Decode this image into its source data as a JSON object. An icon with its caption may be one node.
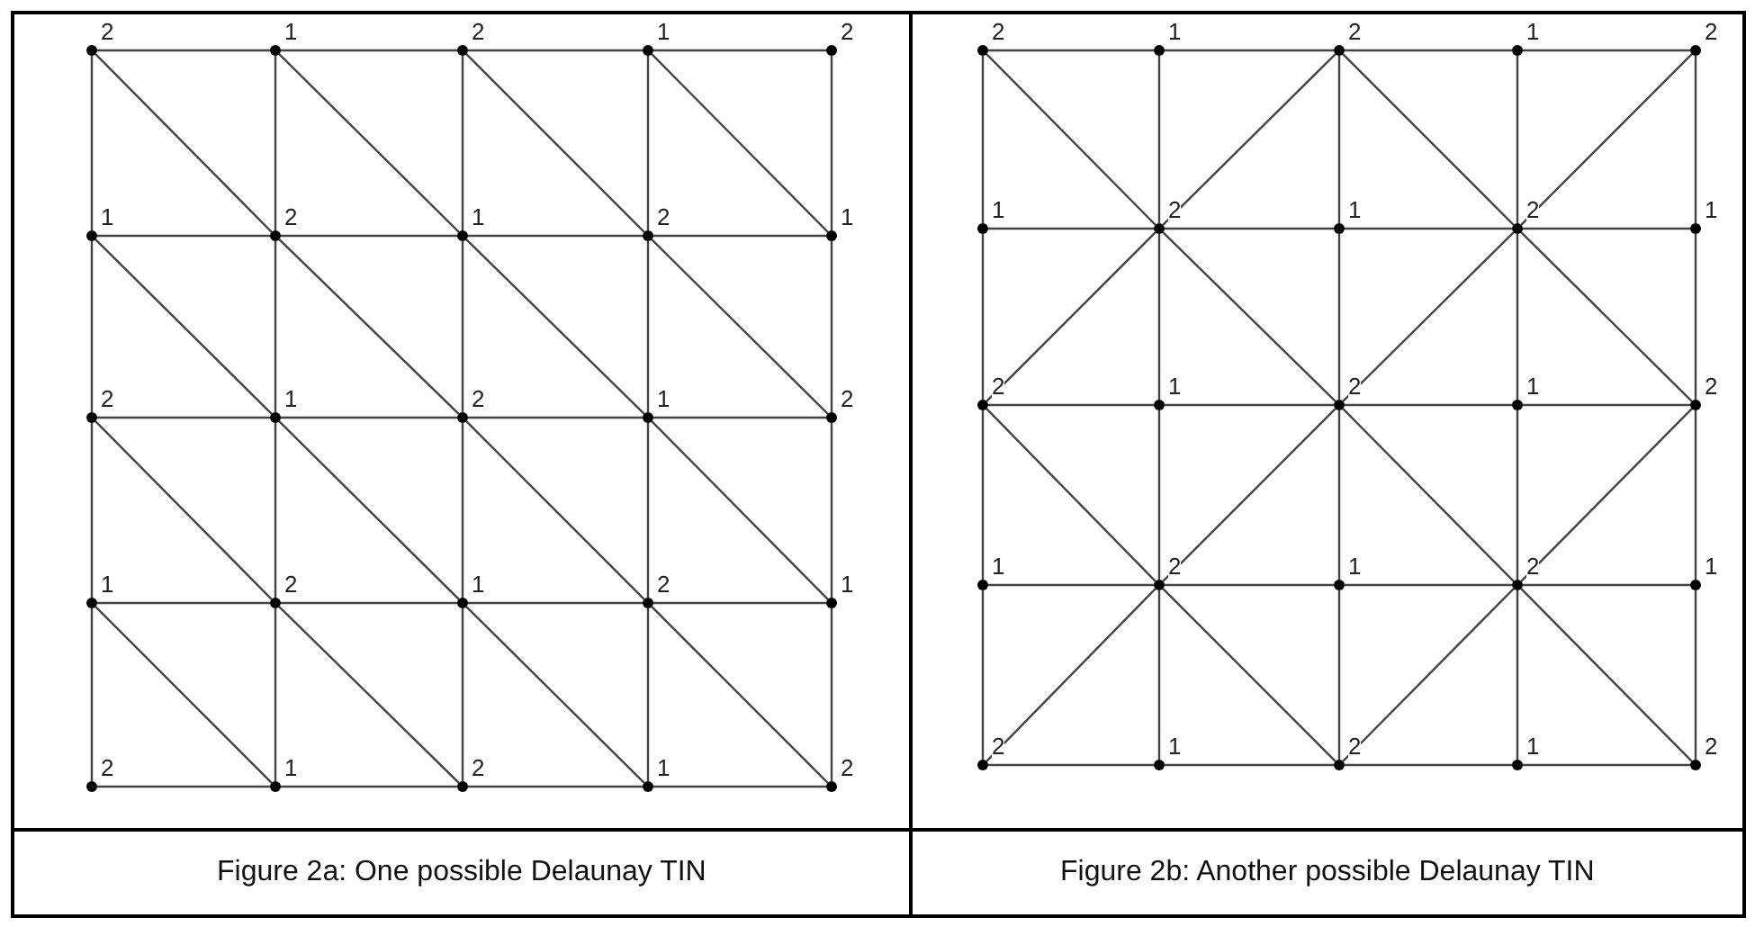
{
  "diagram": {
    "nodes": [
      {
        "text": [],
        "shape": "circle",
        "beside": [
          "2"
        ]
      },
      {
        "text": [],
        "shape": "circle",
        "beside": [
          "1"
        ]
      },
      {
        "text": [],
        "shape": "circle",
        "beside": [
          "2"
        ]
      },
      {
        "text": [],
        "shape": "circle",
        "beside": [
          "1"
        ]
      },
      {
        "text": [],
        "shape": "circle",
        "beside": [
          "2"
        ]
      },
      {
        "text": [],
        "shape": "circle",
        "beside": [
          "1"
        ]
      },
      {
        "text": [],
        "shape": "circle",
        "beside": [
          "2"
        ]
      },
      {
        "text": [],
        "shape": "circle",
        "beside": [
          "1"
        ]
      },
      {
        "text": [],
        "shape": "circle",
        "beside": [
          "2"
        ]
      },
      {
        "text": [],
        "shape": "circle",
        "beside": [
          "1"
        ]
      },
      {
        "text": [],
        "shape": "circle",
        "beside": [
          "2"
        ]
      },
      {
        "text": [],
        "shape": "circle",
        "beside": [
          "1"
        ]
      },
      {
        "text": [],
        "shape": "circle",
        "beside": [
          "2"
        ]
      },
      {
        "text": [],
        "shape": "circle",
        "beside": [
          "1"
        ]
      },
      {
        "text": [],
        "shape": "circle",
        "beside": [
          "2"
        ]
      },
      {
        "text": [],
        "shape": "circle",
        "beside": [
          "1"
        ]
      },
      {
        "text": [],
        "shape": "circle",
        "beside": [
          "2"
        ]
      },
      {
        "text": [],
        "shape": "circle",
        "beside": [
          "1"
        ]
      },
      {
        "text": [],
        "shape": "circle",
        "beside": [
          "2"
        ]
      },
      {
        "text": [],
        "shape": "circle",
        "beside": [
          "1"
        ]
      },
      {
        "text": [],
        "shape": "circle",
        "beside": [
          "2"
        ]
      },
      {
        "text": [],
        "shape": "circle",
        "beside": [
          "1"
        ]
      },
      {
        "text": [],
        "shape": "circle",
        "beside": [
          "2"
        ]
      },
      {
        "text": [],
        "shape": "circle",
        "beside": [
          "1"
        ]
      },
      {
        "text": [],
        "shape": "circle",
        "beside": [
          "2"
        ]
      },
      {
        "text": [],
        "shape": "circle",
        "beside": [
          "2"
        ]
      },
      {
        "text": [],
        "shape": "circle",
        "beside": [
          "1"
        ]
      },
      {
        "text": [],
        "shape": "circle",
        "beside": [
          "2"
        ]
      },
      {
        "text": [],
        "shape": "circle",
        "beside": [
          "1"
        ]
      },
      {
        "text": [],
        "shape": "circle",
        "beside": [
          "2"
        ]
      },
      {
        "text": [],
        "shape": "circle",
        "beside": [
          "1"
        ]
      },
      {
        "text": [],
        "shape": "circle",
        "beside": [
          "2"
        ]
      },
      {
        "text": [],
        "shape": "circle",
        "beside": [
          "1"
        ]
      },
      {
        "text": [],
        "shape": "circle",
        "beside": [
          "2"
        ]
      },
      {
        "text": [],
        "shape": "circle",
        "beside": [
          "1"
        ]
      },
      {
        "text": [],
        "shape": "circle",
        "beside": [
          "2"
        ]
      },
      {
        "text": [],
        "shape": "circle",
        "beside": [
          "1"
        ]
      },
      {
        "text": [],
        "shape": "circle",
        "beside": [
          "2"
        ]
      },
      {
        "text": [],
        "shape": "circle",
        "beside": [
          "1"
        ]
      },
      {
        "text": [],
        "shape": "circle",
        "beside": [
          "2"
        ]
      },
      {
        "text": [],
        "shape": "circle",
        "beside": [
          "1"
        ]
      },
      {
        "text": [],
        "shape": "circle",
        "beside": [
          "2"
        ]
      },
      {
        "text": [],
        "shape": "circle",
        "beside": [
          "1"
        ]
      },
      {
        "text": [],
        "shape": "circle",
        "beside": [
          "2"
        ]
      },
      {
        "text": [],
        "shape": "circle",
        "beside": [
          "1"
        ]
      },
      {
        "text": [],
        "shape": "circle",
        "beside": [
          "2"
        ]
      },
      {
        "text": [],
        "shape": "circle",
        "beside": [
          "1"
        ]
      },
      {
        "text": [],
        "shape": "circle",
        "beside": [
          "2"
        ]
      },
      {
        "text": [],
        "shape": "circle",
        "beside": [
          "1"
        ]
      },
      {
        "text": [],
        "shape": "circle",
        "beside": [
          "2"
        ]
      }
    ],
    "edges": [
      {
        "from": 0,
        "to": 1,
        "arrow": "none"
      },
      {
        "from": 1,
        "to": 2,
        "arrow": "none"
      },
      {
        "from": 2,
        "to": 3,
        "arrow": "none"
      },
      {
        "from": 3,
        "to": 4,
        "arrow": "none"
      },
      {
        "from": 5,
        "to": 6,
        "arrow": "none"
      },
      {
        "from": 6,
        "to": 7,
        "arrow": "none"
      },
      {
        "from": 7,
        "to": 8,
        "arrow": "none"
      },
      {
        "from": 8,
        "to": 9,
        "arrow": "none"
      },
      {
        "from": 10,
        "to": 11,
        "arrow": "none"
      },
      {
        "from": 11,
        "to": 12,
        "arrow": "none"
      },
      {
        "from": 12,
        "to": 13,
        "arrow": "none"
      },
      {
        "from": 13,
        "to": 14,
        "arrow": "none"
      },
      {
        "from": 15,
        "to": 16,
        "arrow": "none"
      },
      {
        "from": 16,
        "to": 17,
        "arrow": "none"
      },
      {
        "from": 17,
        "to": 18,
        "arrow": "none"
      },
      {
        "from": 18,
        "to": 19,
        "arrow": "none"
      },
      {
        "from": 20,
        "to": 21,
        "arrow": "none"
      },
      {
        "from": 21,
        "to": 22,
        "arrow": "none"
      },
      {
        "from": 22,
        "to": 23,
        "arrow": "none"
      },
      {
        "from": 23,
        "to": 24,
        "arrow": "none"
      },
      {
        "from": 0,
        "to": 5,
        "arrow": "none"
      },
      {
        "from": 1,
        "to": 6,
        "arrow": "none"
      },
      {
        "from": 2,
        "to": 7,
        "arrow": "none"
      },
      {
        "from": 3,
        "to": 8,
        "arrow": "none"
      },
      {
        "from": 4,
        "to": 9,
        "arrow": "none"
      },
      {
        "from": 5,
        "to": 10,
        "arrow": "none"
      },
      {
        "from": 6,
        "to": 11,
        "arrow": "none"
      },
      {
        "from": 7,
        "to": 12,
        "arrow": "none"
      },
      {
        "from": 8,
        "to": 13,
        "arrow": "none"
      },
      {
        "from": 9,
        "to": 14,
        "arrow": "none"
      },
      {
        "from": 10,
        "to": 15,
        "arrow": "none"
      },
      {
        "from": 11,
        "to": 16,
        "arrow": "none"
      },
      {
        "from": 12,
        "to": 17,
        "arrow": "none"
      },
      {
        "from": 13,
        "to": 18,
        "arrow": "none"
      },
      {
        "from": 14,
        "to": 19,
        "arrow": "none"
      },
      {
        "from": 15,
        "to": 20,
        "arrow": "none"
      },
      {
        "from": 16,
        "to": 21,
        "arrow": "none"
      },
      {
        "from": 17,
        "to": 22,
        "arrow": "none"
      },
      {
        "from": 18,
        "to": 23,
        "arrow": "none"
      },
      {
        "from": 19,
        "to": 24,
        "arrow": "none"
      },
      {
        "from": 0,
        "to": 6,
        "arrow": "none"
      },
      {
        "from": 1,
        "to": 7,
        "arrow": "none"
      },
      {
        "from": 2,
        "to": 8,
        "arrow": "none"
      },
      {
        "from": 3,
        "to": 9,
        "arrow": "none"
      },
      {
        "from": 5,
        "to": 11,
        "arrow": "none"
      },
      {
        "from": 6,
        "to": 12,
        "arrow": "none"
      },
      {
        "from": 7,
        "to": 13,
        "arrow": "none"
      },
      {
        "from": 8,
        "to": 14,
        "arrow": "none"
      },
      {
        "from": 10,
        "to": 16,
        "arrow": "none"
      },
      {
        "from": 11,
        "to": 17,
        "arrow": "none"
      },
      {
        "from": 12,
        "to": 18,
        "arrow": "none"
      },
      {
        "from": 13,
        "to": 19,
        "arrow": "none"
      },
      {
        "from": 15,
        "to": 21,
        "arrow": "none"
      },
      {
        "from": 16,
        "to": 22,
        "arrow": "none"
      },
      {
        "from": 17,
        "to": 23,
        "arrow": "none"
      },
      {
        "from": 18,
        "to": 24,
        "arrow": "none"
      },
      {
        "from": 25,
        "to": 26,
        "arrow": "none"
      },
      {
        "from": 26,
        "to": 27,
        "arrow": "none"
      },
      {
        "from": 27,
        "to": 28,
        "arrow": "none"
      },
      {
        "from": 28,
        "to": 29,
        "arrow": "none"
      },
      {
        "from": 30,
        "to": 31,
        "arrow": "none"
      },
      {
        "from": 31,
        "to": 32,
        "arrow": "none"
      },
      {
        "from": 32,
        "to": 33,
        "arrow": "none"
      },
      {
        "from": 33,
        "to": 34,
        "arrow": "none"
      },
      {
        "from": 35,
        "to": 36,
        "arrow": "none"
      },
      {
        "from": 36,
        "to": 37,
        "arrow": "none"
      },
      {
        "from": 37,
        "to": 38,
        "arrow": "none"
      },
      {
        "from": 38,
        "to": 39,
        "arrow": "none"
      },
      {
        "from": 40,
        "to": 41,
        "arrow": "none"
      },
      {
        "from": 41,
        "to": 42,
        "arrow": "none"
      },
      {
        "from": 42,
        "to": 43,
        "arrow": "none"
      },
      {
        "from": 43,
        "to": 44,
        "arrow": "none"
      },
      {
        "from": 45,
        "to": 46,
        "arrow": "none"
      },
      {
        "from": 46,
        "to": 47,
        "arrow": "none"
      },
      {
        "from": 47,
        "to": 48,
        "arrow": "none"
      },
      {
        "from": 48,
        "to": 49,
        "arrow": "none"
      },
      {
        "from": 25,
        "to": 30,
        "arrow": "none"
      },
      {
        "from": 26,
        "to": 31,
        "arrow": "none"
      },
      {
        "from": 27,
        "to": 32,
        "arrow": "none"
      },
      {
        "from": 28,
        "to": 33,
        "arrow": "none"
      },
      {
        "from": 29,
        "to": 34,
        "arrow": "none"
      },
      {
        "from": 30,
        "to": 35,
        "arrow": "none"
      },
      {
        "from": 31,
        "to": 36,
        "arrow": "none"
      },
      {
        "from": 32,
        "to": 37,
        "arrow": "none"
      },
      {
        "from": 33,
        "to": 38,
        "arrow": "none"
      },
      {
        "from": 34,
        "to": 39,
        "arrow": "none"
      },
      {
        "from": 35,
        "to": 40,
        "arrow": "none"
      },
      {
        "from": 36,
        "to": 41,
        "arrow": "none"
      },
      {
        "from": 37,
        "to": 42,
        "arrow": "none"
      },
      {
        "from": 38,
        "to": 43,
        "arrow": "none"
      },
      {
        "from": 39,
        "to": 44,
        "arrow": "none"
      },
      {
        "from": 40,
        "to": 45,
        "arrow": "none"
      },
      {
        "from": 41,
        "to": 46,
        "arrow": "none"
      },
      {
        "from": 42,
        "to": 47,
        "arrow": "none"
      },
      {
        "from": 43,
        "to": 48,
        "arrow": "none"
      },
      {
        "from": 44,
        "to": 49,
        "arrow": "none"
      },
      {
        "from": 25,
        "to": 31,
        "arrow": "none"
      },
      {
        "from": 27,
        "to": 31,
        "arrow": "none"
      },
      {
        "from": 27,
        "to": 33,
        "arrow": "none"
      },
      {
        "from": 29,
        "to": 33,
        "arrow": "none"
      },
      {
        "from": 31,
        "to": 35,
        "arrow": "none"
      },
      {
        "from": 31,
        "to": 37,
        "arrow": "none"
      },
      {
        "from": 33,
        "to": 37,
        "arrow": "none"
      },
      {
        "from": 33,
        "to": 39,
        "arrow": "none"
      },
      {
        "from": 35,
        "to": 41,
        "arrow": "none"
      },
      {
        "from": 37,
        "to": 41,
        "arrow": "none"
      },
      {
        "from": 37,
        "to": 43,
        "arrow": "none"
      },
      {
        "from": 39,
        "to": 43,
        "arrow": "none"
      },
      {
        "from": 41,
        "to": 45,
        "arrow": "none"
      },
      {
        "from": 41,
        "to": 47,
        "arrow": "none"
      },
      {
        "from": 43,
        "to": 47,
        "arrow": "none"
      },
      {
        "from": 43,
        "to": 49,
        "arrow": "none"
      }
    ],
    "labels": [
      "Figure 2a: One possible Delaunay TIN",
      "Figure 2b: Another possible Delaunay TIN"
    ]
  }
}
